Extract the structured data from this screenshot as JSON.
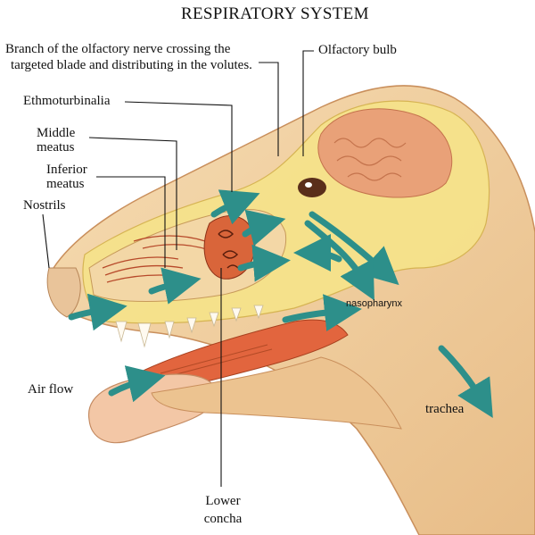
{
  "title": "RESPIRATORY SYSTEM",
  "labels": {
    "branch_line1": "Branch of the olfactory nerve crossing the",
    "branch_line2": "targeted blade and distributing in the volutes.",
    "olfactory_bulb": "Olfactory bulb",
    "ethmoturbinalia": "Ethmoturbinalia",
    "middle_meatus_1": "Middle",
    "middle_meatus_2": "meatus",
    "inferior_meatus_1": "Inferior",
    "inferior_meatus_2": "meatus",
    "nostrils": "Nostrils",
    "nasopharynx": "nasopharynx",
    "air_flow": "Air flow",
    "trachea": "trachea",
    "lower_concha_1": "Lower",
    "lower_concha_2": "concha"
  },
  "colors": {
    "skin": "#f1cf9f",
    "skin_shadow": "#d9a978",
    "bone": "#f6e38a",
    "brain": "#e9a178",
    "turbinate": "#d9653a",
    "arrow": "#2d8f8a",
    "tongue": "#f3c7a6",
    "mouth": "#e2653e"
  }
}
